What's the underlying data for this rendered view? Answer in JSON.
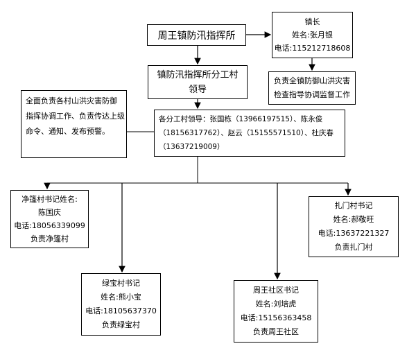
{
  "headquarters": {
    "title": "周王镇防汛指挥所"
  },
  "town_head": {
    "title": "镇长",
    "name": "姓名:张月银",
    "phone": "电话:115212718608"
  },
  "town_head_duty": {
    "line1": "负责全镇防御山洪灾害",
    "line2": "检查指导协调监督工作"
  },
  "village_leader_group": {
    "line1": "镇防汛指挥所分工村",
    "line2": "领导"
  },
  "leaders_duty": {
    "line1": "全面负责各村山洪灾害防御",
    "line2": "指挥协调工作、负责传达上级",
    "line3": "命令、通知、发布预警。"
  },
  "assigned_leaders": {
    "line1": "各分工村领导：张国栋（13966197515）、陈永俊",
    "line2": "（18156317762）、赵云（15155571510）、杜庆春",
    "line3": "（13637219009）"
  },
  "villages": [
    {
      "title": "净篷村书记姓名:",
      "name": "陈国庆",
      "phone": "电话:18056339099",
      "duty": "负责净篷村"
    },
    {
      "title": "绿宝村书记",
      "name": "姓名:熊小宝",
      "phone": "电话:18105637370",
      "duty": "负责绿宝村"
    },
    {
      "title": "周王社区书记",
      "name": "姓名:刘培虎",
      "phone": "电话:15156363458",
      "duty": "负责周王社区"
    },
    {
      "title": "扎门村书记",
      "name": "姓名:郝敬旺",
      "phone": "电话:13637221327",
      "duty": "负责扎门村"
    }
  ]
}
